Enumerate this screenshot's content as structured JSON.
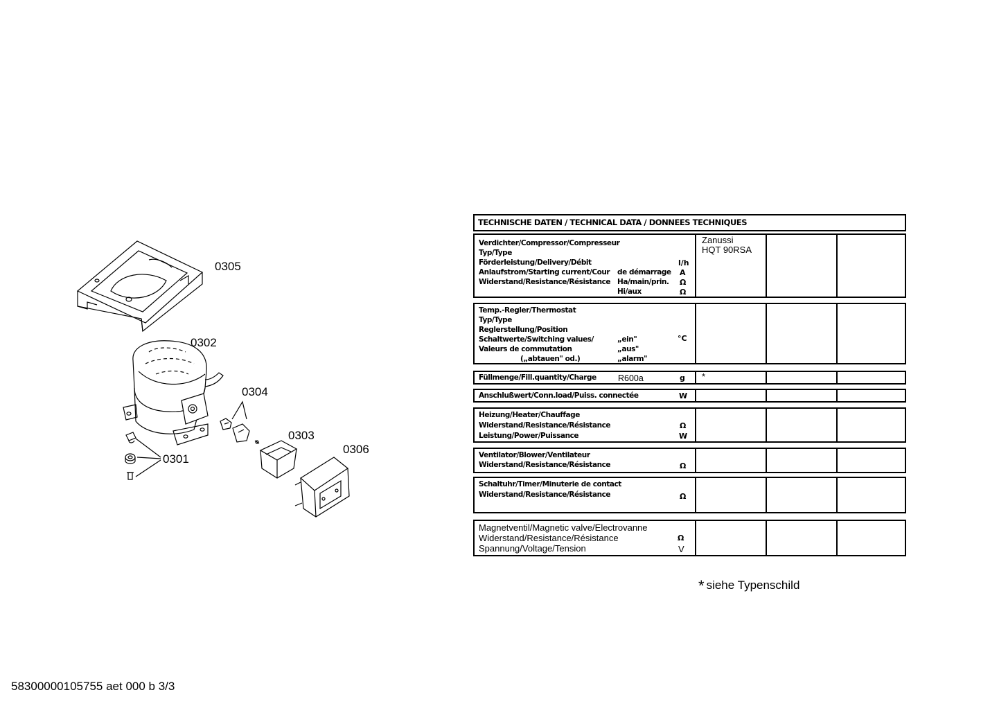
{
  "parts": {
    "p0305": "0305",
    "p0302": "0302",
    "p0304": "0304",
    "p0303": "0303",
    "p0306": "0306",
    "p0301": "0301"
  },
  "table": {
    "header": "TECHNISCHE DATEN / TECHNICAL DATA / DONNEES TECHNIQUES",
    "compressor": {
      "l1": "Verdichter/Compressor/Compresseur",
      "l2": "Typ/Type",
      "l3": "Förderleistung/Delivery/Débit",
      "l4": "Anlaufstrom/Starting current/Cour",
      "l4b": "de démarrage",
      "l5": "Widerstand/Resistance/Résistance",
      "l5b": "Ha/main/prin.",
      "l6b": "Hi/aux",
      "u3": "l/h",
      "u4": "A",
      "u5": "Ω",
      "u6": "Ω",
      "make": "Zanussi",
      "model": "HQT 90RSA"
    },
    "thermostat": {
      "l1": "Temp.-Regler/Thermostat",
      "l2": "Typ/Type",
      "l3": "Reglerstellung/Position",
      "l4": "Schaltwerte/Switching values/",
      "l4b": "„ein\"",
      "l5": "Valeurs de commutation",
      "l5b": "„aus\"",
      "l6": "(„abtauen\" od.)",
      "l6b": "„alarm\"",
      "u4": "°C"
    },
    "charge": {
      "l1": "Füllmenge/Fill.quantity/Charge",
      "refrigerant": "R600a",
      "u": "g",
      "value": "*"
    },
    "connload": {
      "l1": "Anschlußwert/Conn.load/Puiss. connectée",
      "u": "W"
    },
    "heater": {
      "l1": "Heizung/Heater/Chauffage",
      "l2": "Widerstand/Resistance/Résistance",
      "l3": "Leistung/Power/Puissance",
      "u2": "Ω",
      "u3": "W"
    },
    "blower": {
      "l1": "Ventilator/Blower/Ventilateur",
      "l2": "Widerstand/Resistance/Résistance",
      "u2": "Ω"
    },
    "timer": {
      "l1": "Schaltuhr/Timer/Minuterie de contact",
      "l2": "Widerstand/Resistance/Résistance",
      "u2": "Ω"
    },
    "valve": {
      "l1": "Magnetventil/Magnetic valve/Electrovanne",
      "l2": "Widerstand/Resistance/Résistance",
      "l3": "Spannung/Voltage/Tension",
      "u2": "Ω",
      "u3": "V"
    }
  },
  "footnote": {
    "star": "*",
    "text": "siehe Typenschild"
  },
  "docref": "58300000105755 aet 000 b 3/3"
}
